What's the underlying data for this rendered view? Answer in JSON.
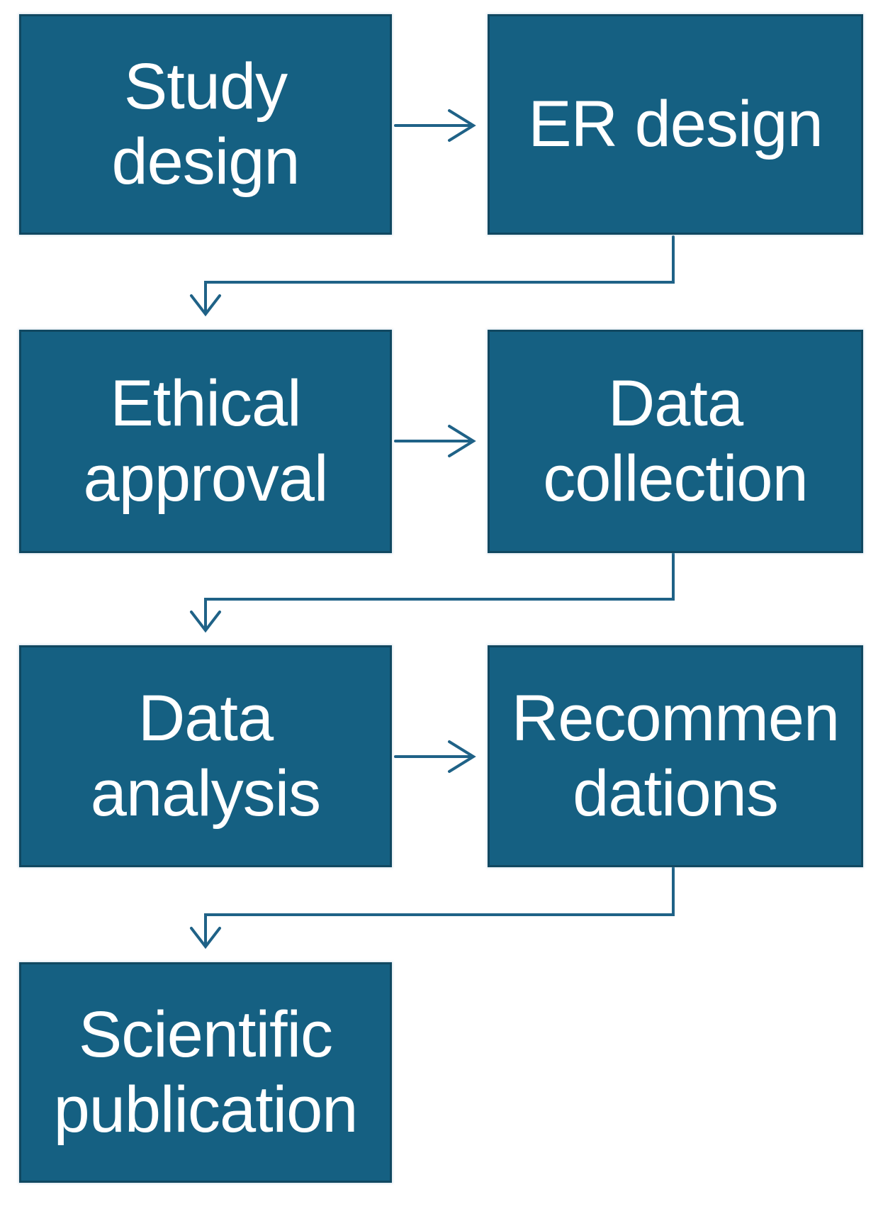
{
  "diagram": {
    "type": "flowchart",
    "colors": {
      "node_fill": "#156082",
      "node_border": "#104861",
      "connector": "#1f6287",
      "text": "#ffffff",
      "background": "#ffffff"
    },
    "nodes": [
      {
        "id": "study-design",
        "label": "Study\ndesign"
      },
      {
        "id": "er-design",
        "label": "ER design"
      },
      {
        "id": "ethical-approval",
        "label": "Ethical\napproval"
      },
      {
        "id": "data-collection",
        "label": "Data\ncollection"
      },
      {
        "id": "data-analysis",
        "label": "Data\nanalysis"
      },
      {
        "id": "recommendations",
        "label": "Recommen\ndations"
      },
      {
        "id": "scientific-publication",
        "label": "Scientific\npublication"
      }
    ],
    "edges": [
      {
        "from": "study-design",
        "to": "er-design",
        "style": "straight-right"
      },
      {
        "from": "er-design",
        "to": "ethical-approval",
        "style": "elbow-down-left"
      },
      {
        "from": "ethical-approval",
        "to": "data-collection",
        "style": "straight-right"
      },
      {
        "from": "data-collection",
        "to": "data-analysis",
        "style": "elbow-down-left"
      },
      {
        "from": "data-analysis",
        "to": "recommendations",
        "style": "straight-right"
      },
      {
        "from": "recommendations",
        "to": "scientific-publication",
        "style": "elbow-down-left"
      }
    ]
  }
}
